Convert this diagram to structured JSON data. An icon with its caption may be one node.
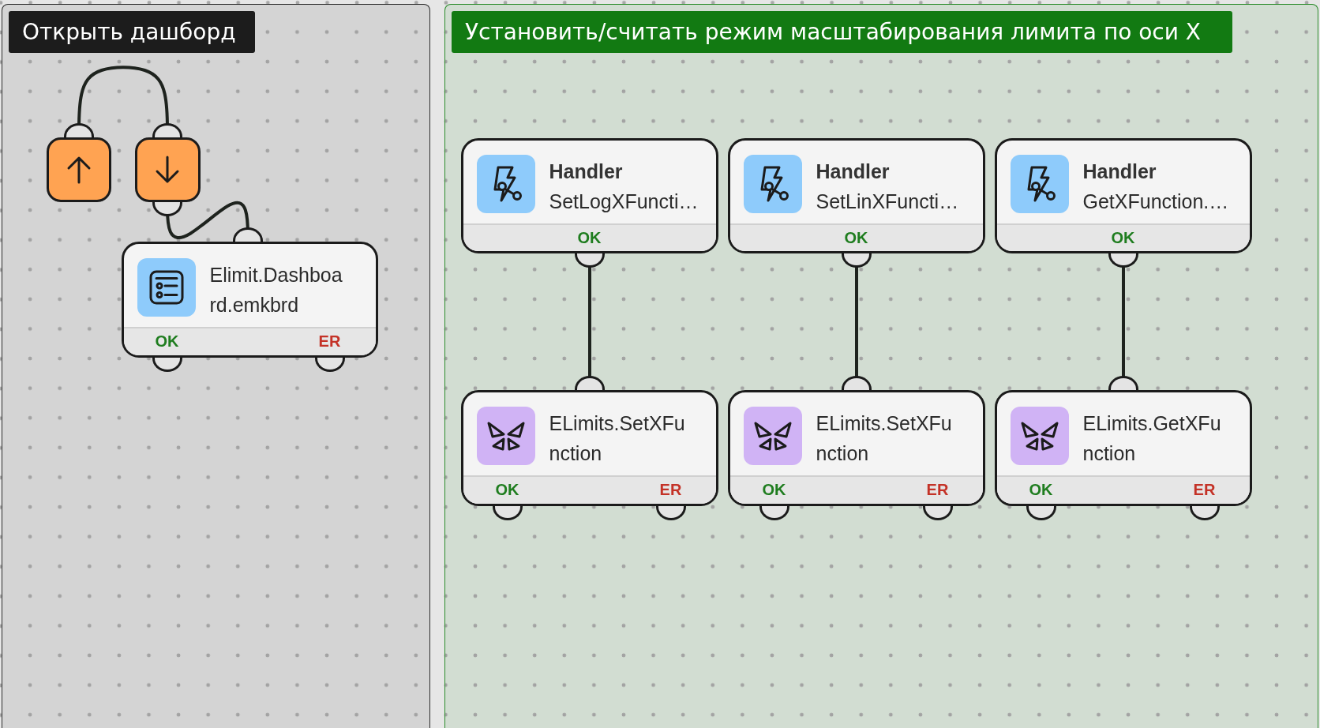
{
  "diagram": {
    "nodes": [
      {
        "text": [
          "Открыть дашборд"
        ]
      },
      {
        "text": [],
        "shape": "box",
        "in": 0
      },
      {
        "text": [],
        "shape": "box",
        "in": 0
      },
      {
        "text": [
          "Elimit.Dashboard.emkbrd",
          "OK",
          "ER"
        ],
        "in": 0
      },
      {
        "text": [
          "Установить/считать режим масштабирования лимита по оси X"
        ]
      },
      {
        "text": [
          "Handler",
          "SetLogXFuncti…",
          "OK"
        ],
        "in": 4
      },
      {
        "text": [
          "Handler",
          "SetLinXFuncti…",
          "OK"
        ],
        "in": 4
      },
      {
        "text": [
          "Handler",
          "GetXFunction.…",
          "OK"
        ],
        "in": 4
      },
      {
        "text": [
          "ELimits.SetXFunction",
          "OK",
          "ER"
        ],
        "in": 4
      },
      {
        "text": [
          "ELimits.SetXFunction",
          "OK",
          "ER"
        ],
        "in": 4
      },
      {
        "text": [
          "ELimits.GetXFunction",
          "OK",
          "ER"
        ],
        "in": 4
      }
    ],
    "edges": [
      {
        "from": 1,
        "to": 2,
        "arrow": "none"
      },
      {
        "from": 2,
        "to": 3,
        "arrow": "none"
      },
      {
        "from": 5,
        "to": 8,
        "arrow": "none"
      },
      {
        "from": 6,
        "to": 9,
        "arrow": "none"
      },
      {
        "from": 7,
        "to": 10,
        "arrow": "none"
      }
    ]
  }
}
